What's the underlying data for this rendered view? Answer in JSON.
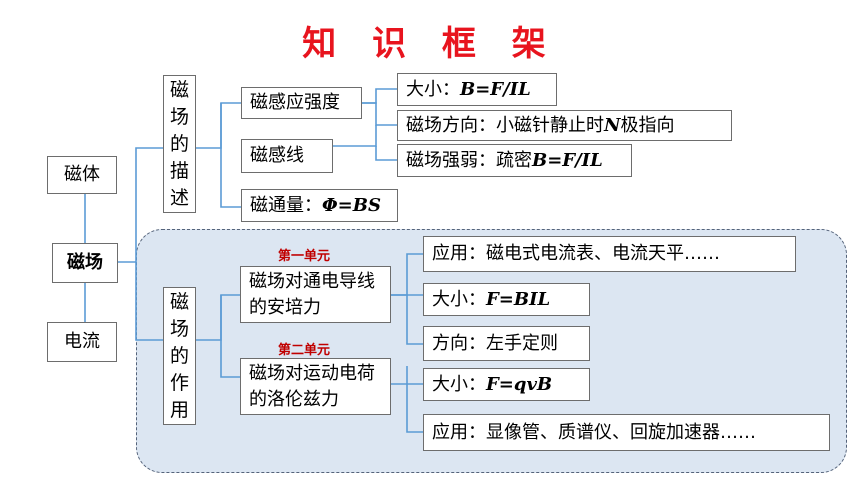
{
  "title": "知 识 框 架",
  "left": {
    "magnet": "磁体",
    "field": "磁场",
    "current": "电流"
  },
  "description_box": [
    "磁",
    "场",
    "的",
    "描",
    "述"
  ],
  "effect_box": [
    "磁",
    "场",
    "的",
    "作",
    "用"
  ],
  "description": {
    "intensity": "磁感应强度",
    "field_line": "磁感线",
    "flux_label": "磁通量：",
    "flux_formula": "Φ=BS",
    "size_label": "大小：",
    "size_formula": "B=F/IL",
    "direction": "磁场方向：小磁针静止时",
    "direction_n": "N",
    "direction_tail": "极指向",
    "strength_label": "磁场强弱：疏密",
    "strength_formula": "B=F/IL"
  },
  "unit1": {
    "label": "第一单元",
    "topic": "磁场对通电导线的安培力",
    "application": "应用：磁电式电流表、电流天平……",
    "size_label": "大小：",
    "size_formula": "F=BIL",
    "direction": "方向：左手定则"
  },
  "unit2": {
    "label": "第二单元",
    "topic": "磁场对运动电荷的洛伦兹力",
    "size_label": "大小：",
    "size_formula": "F=qvB",
    "application": "应用：显像管、质谱仪、回旋加速器……"
  },
  "colors": {
    "title": "#e8141e",
    "unit_label": "#c00000",
    "connector": "#5b9bd5",
    "region_fill": "#dce6f2"
  }
}
